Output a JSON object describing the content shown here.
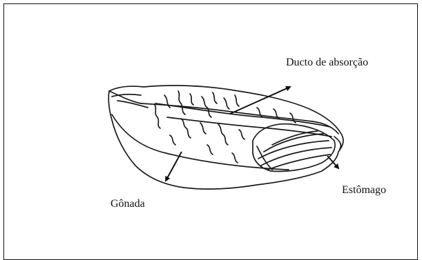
{
  "figure": {
    "labels": {
      "ducto": "Ducto  de absorção",
      "gonada": "Gônada",
      "estomago": "Estômago"
    },
    "colors": {
      "ink": "#1a1a1a",
      "background": "#ffffff"
    }
  }
}
